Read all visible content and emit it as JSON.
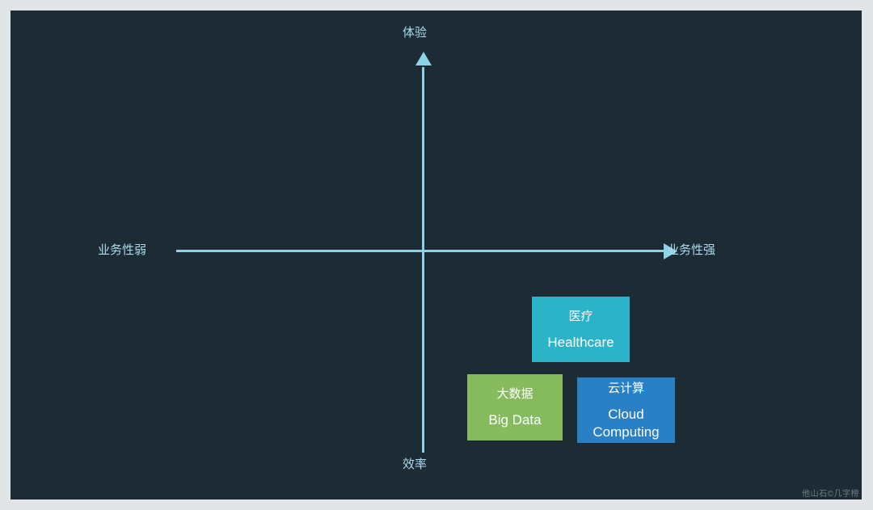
{
  "canvas": {
    "background_color": "#1d2b34",
    "page_background_color": "#e2e5e7"
  },
  "axes": {
    "accent_color": "#8dd3e8",
    "label_color": "#aadcef",
    "vertical": {
      "top_label": "体验",
      "bottom_label": "效率"
    },
    "horizontal": {
      "left_label": "业务性弱",
      "right_label": "业务性强"
    }
  },
  "boxes": [
    {
      "id": "healthcare",
      "cn": "医疗",
      "en": "Healthcare",
      "color": "#2bb3c9",
      "text_color": "#ffffff"
    },
    {
      "id": "bigdata",
      "cn": "大数据",
      "en": "Big Data",
      "color": "#85bb5c",
      "text_color": "#ffffff"
    },
    {
      "id": "cloud",
      "cn": "云计算",
      "en": "Cloud Computing",
      "color": "#2980c4",
      "text_color": "#ffffff"
    }
  ],
  "watermark": {
    "text": "他山石©几字榜",
    "color": "#6f7d86"
  }
}
